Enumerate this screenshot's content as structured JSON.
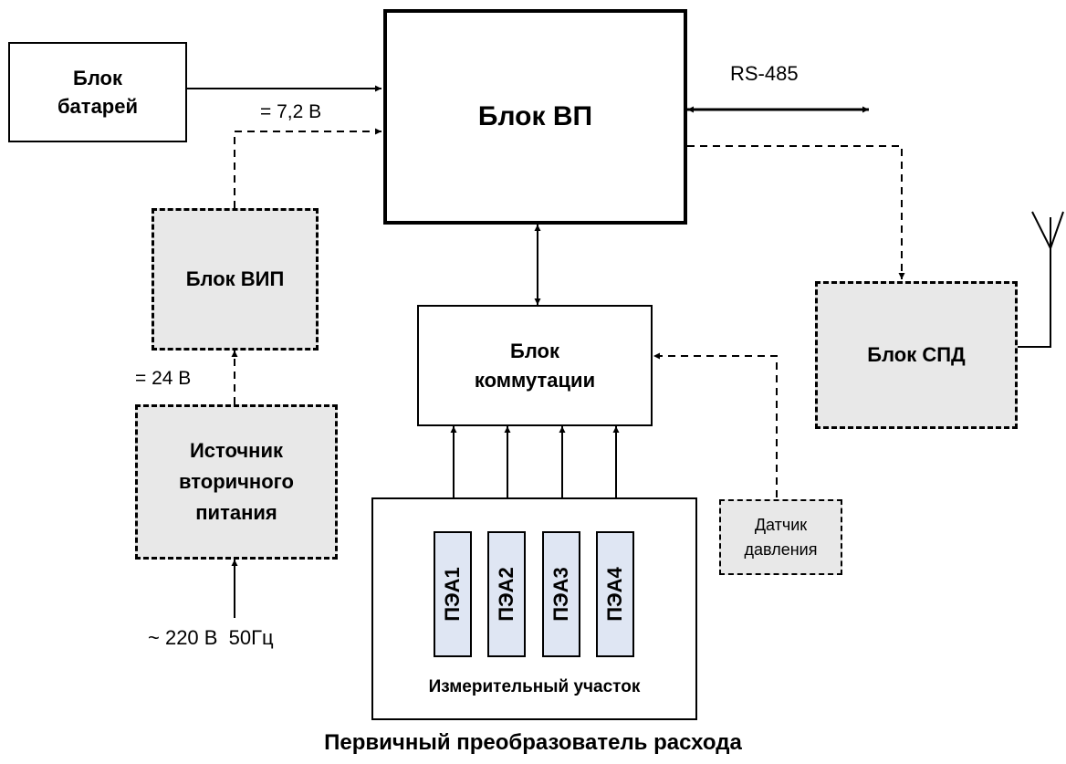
{
  "blocks": {
    "battery": "Блок\nбатарей",
    "vp": "Блок ВП",
    "vip": "Блок ВИП",
    "source": "Источник\nвторичного\nпитания",
    "commutation": "Блок\nкоммутации",
    "spd": "Блок СПД",
    "pressure_sensor": "Датчик\nдавления",
    "measuring_section": "Измерительный участок"
  },
  "pea_units": [
    "ПЭА1",
    "ПЭА2",
    "ПЭА3",
    "ПЭА4"
  ],
  "labels": {
    "voltage_72": "= 7,2 В",
    "rs485": "RS-485",
    "voltage_24": "= 24 В",
    "mains": "~ 220 В  50Гц",
    "caption": "Первичный преобразователь расхода"
  }
}
